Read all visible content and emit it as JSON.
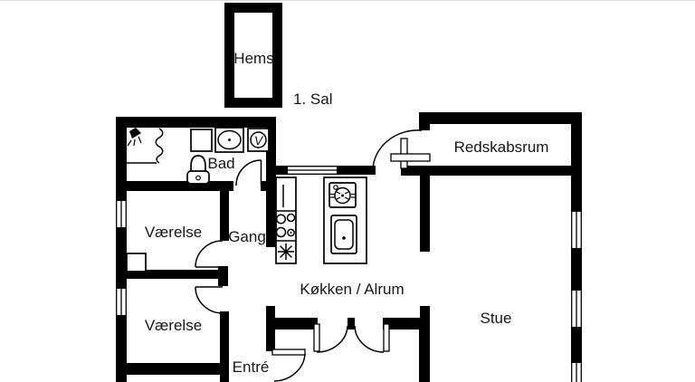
{
  "floorplan": {
    "type": "house-floor-plan",
    "colors": {
      "wall": "#000000",
      "background": "#ffffff",
      "text": "#161616"
    },
    "floor_label": "1. Sal",
    "rooms": {
      "hems": {
        "label": "Hems"
      },
      "bad": {
        "label": "Bad"
      },
      "vaerelse_1": {
        "label": "Værelse"
      },
      "gang": {
        "label": "Gang"
      },
      "vaerelse_2": {
        "label": "Værelse"
      },
      "entre": {
        "label": "Entré"
      },
      "koekken_alrum": {
        "label": "Køkken / Alrum"
      },
      "stue": {
        "label": "Stue"
      },
      "redskabsrum": {
        "label": "Redskabsrum"
      }
    },
    "fixtures": {
      "washing_machine_letter": "V",
      "icons": [
        "shower-icon",
        "shower-curtain-icon",
        "bath-cabinet-icon",
        "bathtub-icon",
        "washing-machine-icon",
        "toilet-icon",
        "kitchen-counter",
        "cooktop-icon",
        "freezer-star-icon",
        "kitchen-island",
        "hob-icon",
        "sink-icon",
        "window-icon",
        "door-arc-icon",
        "closet-icon"
      ]
    }
  }
}
